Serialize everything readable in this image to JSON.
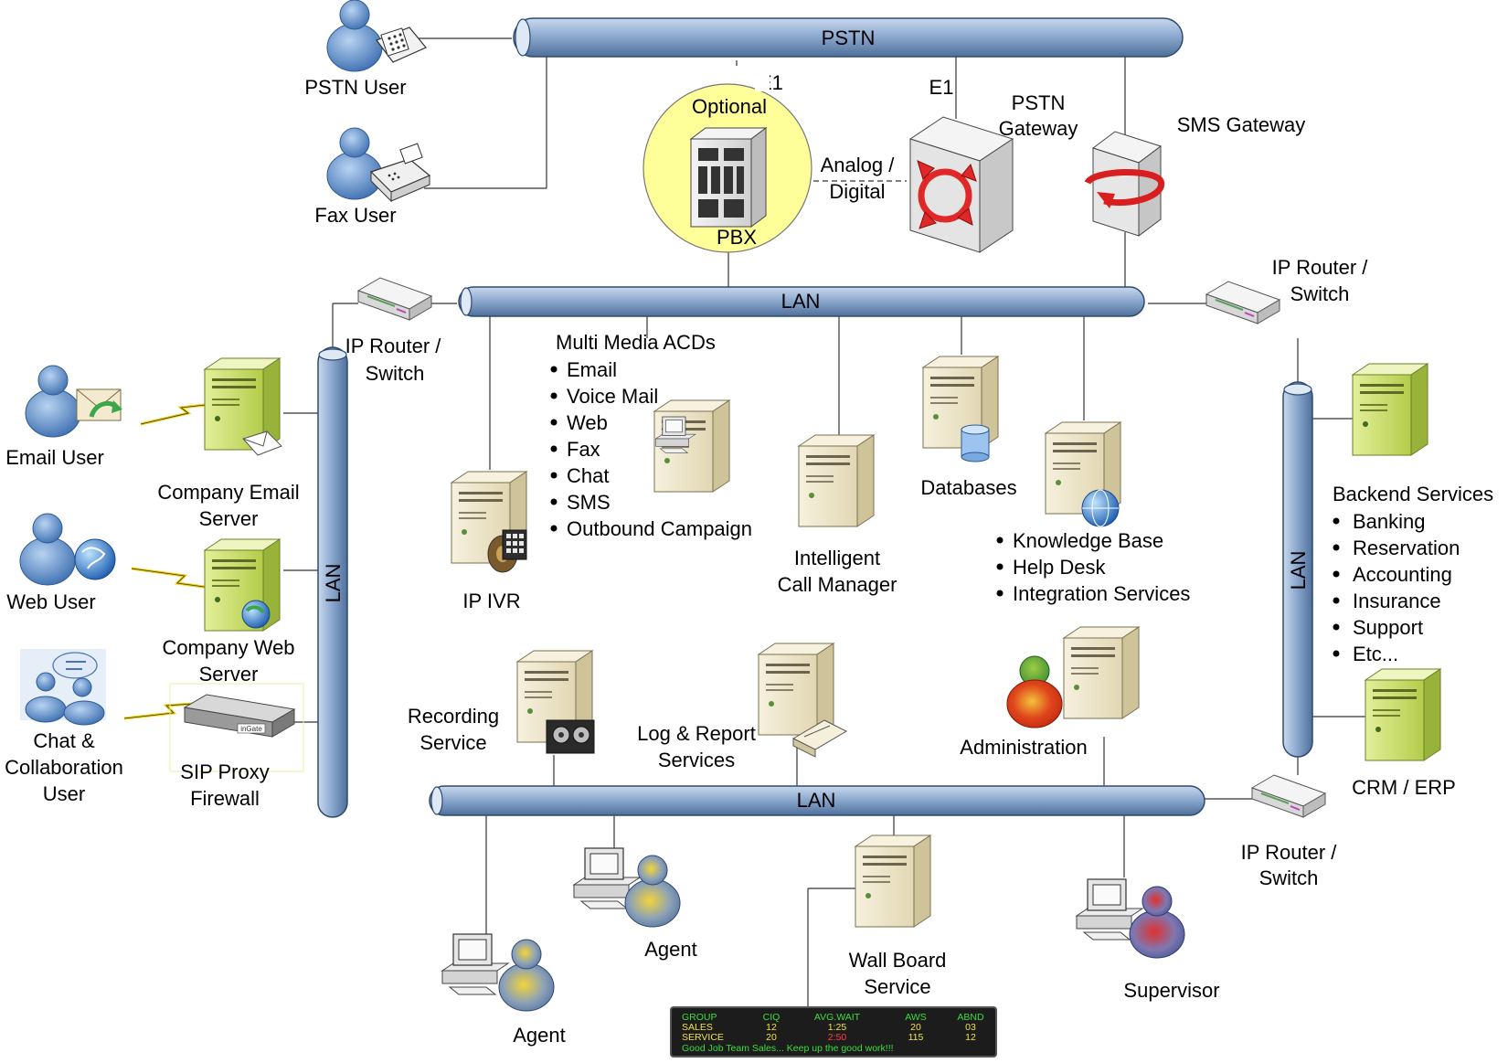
{
  "pstn": {
    "label": "PSTN"
  },
  "lan_top": {
    "label": "LAN"
  },
  "lan_left": {
    "label": "LAN"
  },
  "lan_right": {
    "label": "LAN"
  },
  "lan_bottom": {
    "label": "LAN"
  },
  "pstn_user": {
    "label": "PSTN User"
  },
  "fax_user": {
    "label": "Fax User"
  },
  "pbx": {
    "optional": "Optional",
    "label": "PBX",
    "link_line1": "Analog /",
    "link_line2": "Digital",
    "e1_left": "E1"
  },
  "pstn_gateway": {
    "line1": "PSTN",
    "line2": "Gateway",
    "e1": "E1"
  },
  "sms_gateway": {
    "label": "SMS Gateway"
  },
  "router_left": {
    "line1": "IP Router /",
    "line2": "Switch"
  },
  "router_right": {
    "line1": "IP Router /",
    "line2": "Switch"
  },
  "router_bottom": {
    "line1": "IP Router /",
    "line2": "Switch"
  },
  "email_user": {
    "label": "Email User"
  },
  "web_user": {
    "label": "Web User"
  },
  "chat_user": {
    "line1": "Chat &",
    "line2": "Collaboration",
    "line3": "User"
  },
  "email_server": {
    "line1": "Company Email",
    "line2": "Server"
  },
  "web_server": {
    "line1": "Company Web",
    "line2": "Server"
  },
  "sip_proxy": {
    "line1": "SIP Proxy",
    "line2": "Firewall",
    "brand": "inGate"
  },
  "ip_ivr": {
    "label": "IP IVR"
  },
  "acd": {
    "title": "Multi Media ACDs",
    "items": [
      "Email",
      "Voice Mail",
      "Web",
      "Fax",
      "Chat",
      "SMS",
      "Outbound Campaign"
    ]
  },
  "call_manager": {
    "line1": "Intelligent",
    "line2": "Call Manager"
  },
  "databases": {
    "label": "Databases"
  },
  "knowledge": {
    "items": [
      "Knowledge Base",
      "Help Desk",
      "Integration Services"
    ]
  },
  "backend": {
    "title": "Backend Services",
    "items": [
      "Banking",
      "Reservation",
      "Accounting",
      "Insurance",
      "Support",
      "Etc..."
    ]
  },
  "crm": {
    "label": "CRM / ERP"
  },
  "recording": {
    "line1": "Recording",
    "line2": "Service"
  },
  "log_report": {
    "line1": "Log & Report",
    "line2": "Services"
  },
  "administration": {
    "label": "Administration"
  },
  "agent1": {
    "label": "Agent"
  },
  "agent2": {
    "label": "Agent"
  },
  "wallboard": {
    "line1": "Wall Board",
    "line2": "Service"
  },
  "supervisor": {
    "label": "Supervisor"
  },
  "wallboard_display": {
    "headers": [
      "GROUP",
      "CIQ",
      "AVG.WAIT",
      "AWS",
      "ABND"
    ],
    "rows": [
      [
        "SALES",
        "12",
        "1:25",
        "20",
        "03"
      ],
      [
        "SERVICE",
        "20",
        "2:50",
        "115",
        "12"
      ]
    ],
    "ticker": "Good Job Team Sales... Keep up the good work!!!"
  },
  "colors": {
    "pipe": "#7f9fc7",
    "pipe_edge": "#2e4a72",
    "pbx_circle": "#ffff99",
    "server_beige": "#f1ead2",
    "server_green": "#c8dd66",
    "person_blue": "#5b8fcf",
    "person_red": "#d93a1a",
    "person_green": "#7ab648",
    "led_green": "#3ddc3d",
    "led_yellow": "#f0e24a",
    "led_red": "#ff4040"
  }
}
